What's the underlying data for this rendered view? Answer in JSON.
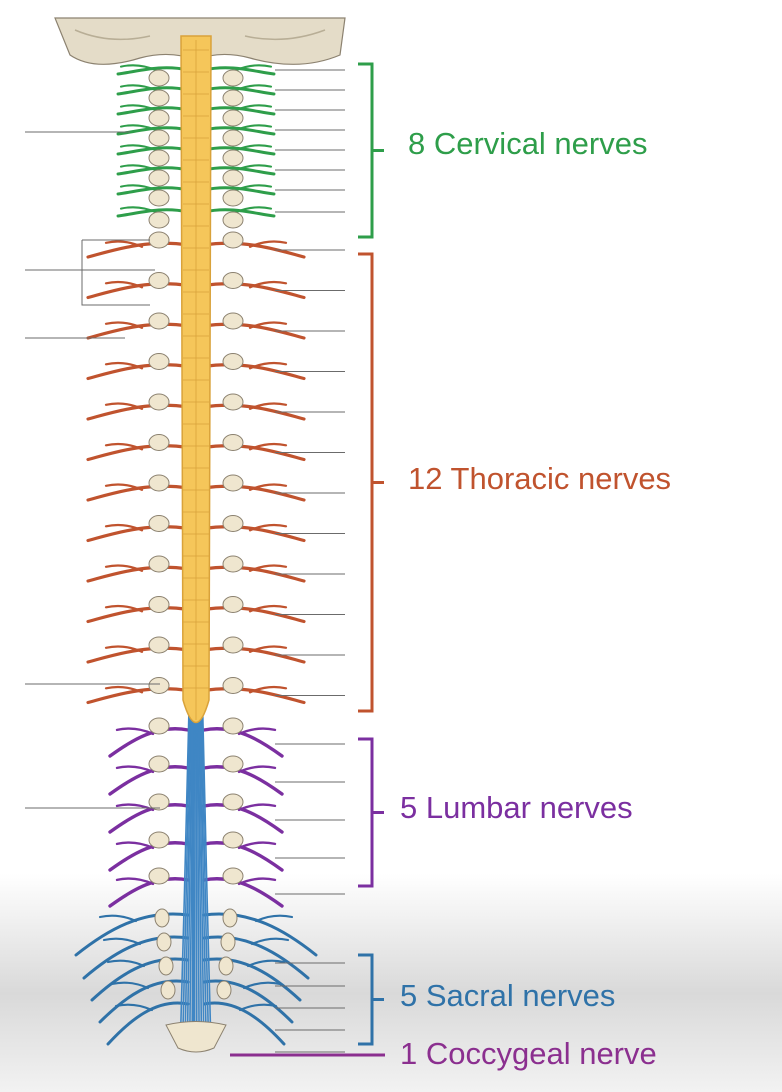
{
  "regions": {
    "cervical": {
      "label": "8 Cervical nerves",
      "count": 8,
      "color": "#2e9e4a"
    },
    "thoracic": {
      "label": "12 Thoracic nerves",
      "count": 12,
      "color": "#c0532e"
    },
    "lumbar": {
      "label": "5 Lumbar nerves",
      "count": 5,
      "color": "#7b2fa0"
    },
    "sacral": {
      "label": "5 Sacral nerves",
      "count": 5,
      "color": "#2f72a8"
    },
    "coccygeal": {
      "label": "1 Coccygeal nerve",
      "count": 1,
      "color": "#8b2f8f"
    }
  },
  "colors": {
    "cord": "#f5c65a",
    "cord_edge": "#d9a23a",
    "cauda": "#3f86c4",
    "vertebra": "#efe6cf",
    "vertebra_edge": "#8c8270",
    "skull": "#e4dcc8",
    "leader": "#6b6b6b"
  }
}
